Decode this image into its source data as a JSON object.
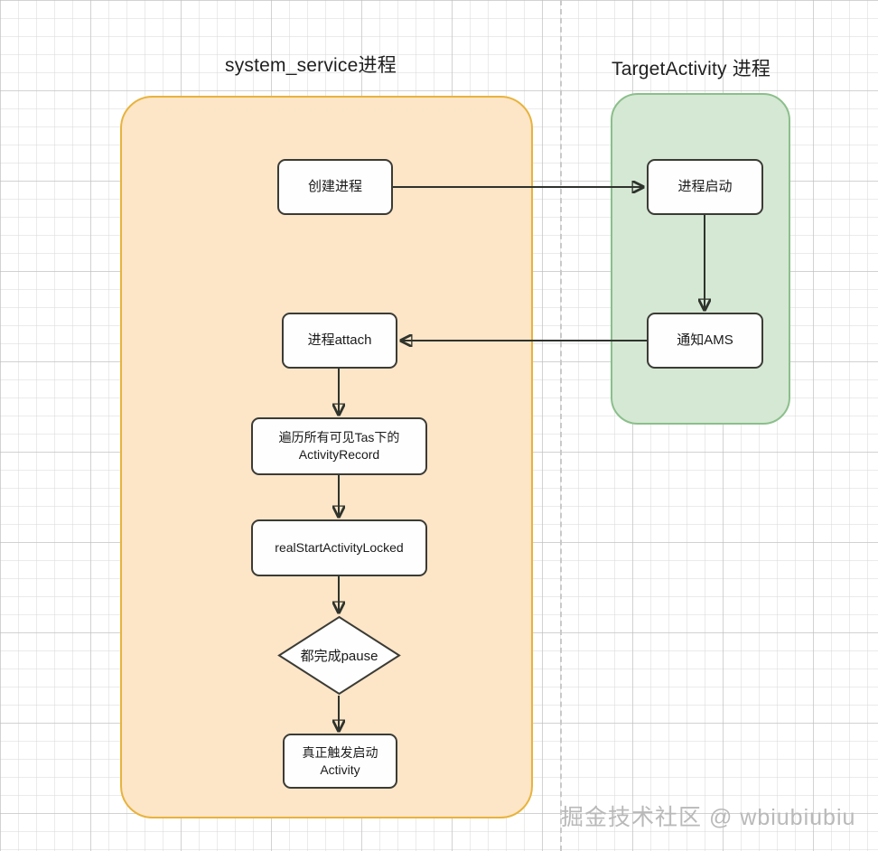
{
  "diagram": {
    "title_left": "system_service进程",
    "title_right": "TargetActivity 进程",
    "watermark": "掘金技术社区 @ wbiubiubiu",
    "colors": {
      "lane_left_fill": "#fde5c8",
      "lane_left_border": "#e8b33c",
      "lane_right_fill": "#d5e8d4",
      "lane_right_border": "#8bbf8b",
      "node_fill": "#fefefe",
      "node_border": "#3b3b35",
      "connector": "#2e332c",
      "watermark": "#b9b9b9"
    }
  },
  "nodes": {
    "create_process": "创建进程",
    "process_start": "进程启动",
    "process_attach": "进程attach",
    "notify_ams": "通知AMS",
    "traverse_records": "遍历所有可见Tas下的\nActivityRecord",
    "real_start": "realStartActivityLocked",
    "all_paused": "都完成pause",
    "trigger_activity": "真正触发启动Activity"
  },
  "edges": [
    {
      "from": "create_process",
      "to": "process_start",
      "direction": "right"
    },
    {
      "from": "process_start",
      "to": "notify_ams",
      "direction": "down"
    },
    {
      "from": "notify_ams",
      "to": "process_attach",
      "direction": "left"
    },
    {
      "from": "process_attach",
      "to": "traverse_records",
      "direction": "down"
    },
    {
      "from": "traverse_records",
      "to": "real_start",
      "direction": "down"
    },
    {
      "from": "real_start",
      "to": "all_paused",
      "direction": "down"
    },
    {
      "from": "all_paused",
      "to": "trigger_activity",
      "direction": "down"
    }
  ]
}
